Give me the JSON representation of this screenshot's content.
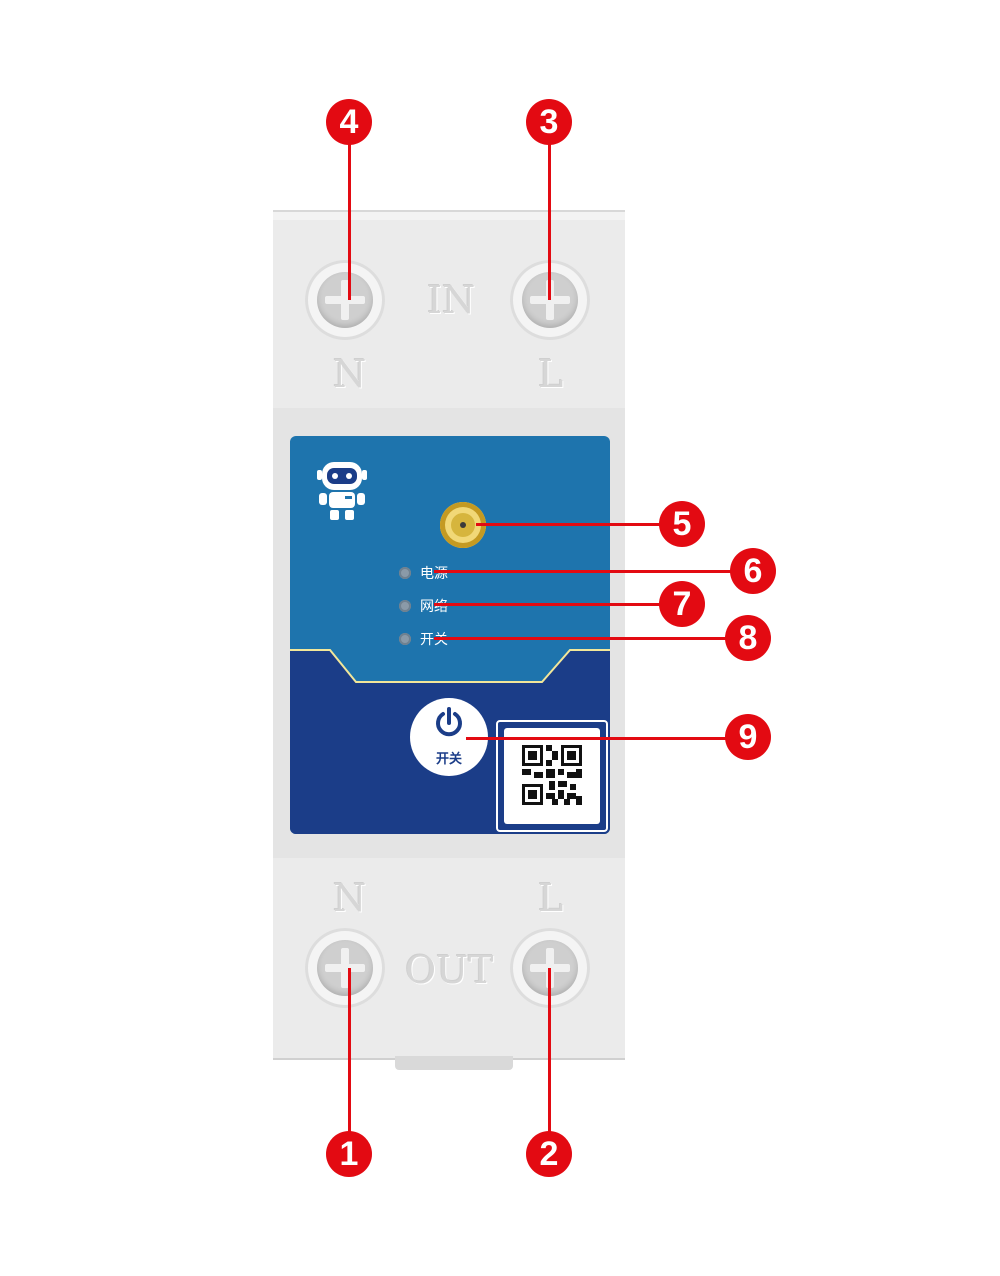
{
  "colors": {
    "callout": "#e30a12",
    "panel_blue": "#1e74ad",
    "panel_navy": "#1b3d88",
    "accent_line": "#f2e79a",
    "housing": "#ebebeb"
  },
  "terminals": {
    "top_label": "IN",
    "bottom_label": "OUT",
    "neutral": "N",
    "live": "L"
  },
  "panel": {
    "robot_icon": "robot-logo-icon",
    "antenna_icon": "antenna-connector-icon",
    "indicators": [
      {
        "label": "电源"
      },
      {
        "label": "网络"
      },
      {
        "label": "开关"
      }
    ],
    "power_button": {
      "label": "开关",
      "icon": "power-icon"
    },
    "qr_icon": "qr-code-icon"
  },
  "callouts": [
    "1",
    "2",
    "3",
    "4",
    "5",
    "6",
    "7",
    "8",
    "9"
  ]
}
